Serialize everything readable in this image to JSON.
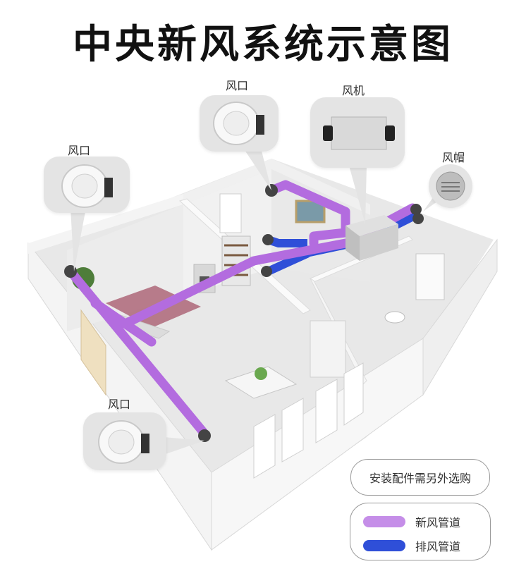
{
  "title": "中央新风系统示意图",
  "labels": {
    "vent_left": "风口",
    "vent_top": "风口",
    "fan": "风机",
    "hood": "风帽",
    "vent_bottom": "风口"
  },
  "note": "安装配件需另外选购",
  "legend": [
    {
      "label": "新风管道",
      "color": "#c58ee8"
    },
    {
      "label": "排风管道",
      "color": "#2f4fd8"
    }
  ],
  "colors": {
    "fresh_duct": "#b36cdf",
    "exhaust_duct": "#2f4fd8",
    "wall": "#f2f2f2",
    "floor": "#e6e6e6",
    "callout_bg": "#e4e4e4"
  }
}
